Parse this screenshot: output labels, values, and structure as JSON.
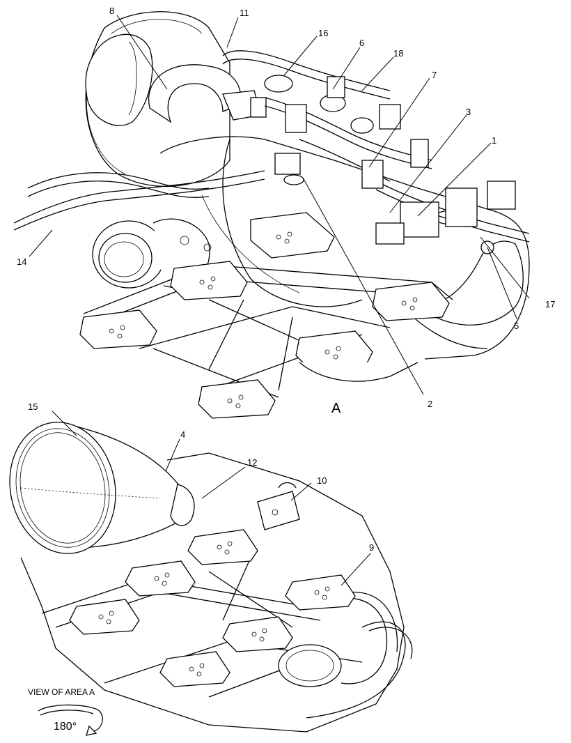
{
  "callouts": {
    "c1": "1",
    "c2": "2",
    "c3": "3",
    "c4": "4",
    "c5": "5",
    "c6": "6",
    "c7": "7",
    "c8": "8",
    "c9": "9",
    "c10": "10",
    "c11": "11",
    "c12": "12",
    "c14": "14",
    "c15": "15",
    "c16": "16",
    "c17": "17",
    "c18": "18"
  },
  "area_label": "A",
  "view_label": "VIEW OF AREA  A",
  "rotation_label": "180°"
}
